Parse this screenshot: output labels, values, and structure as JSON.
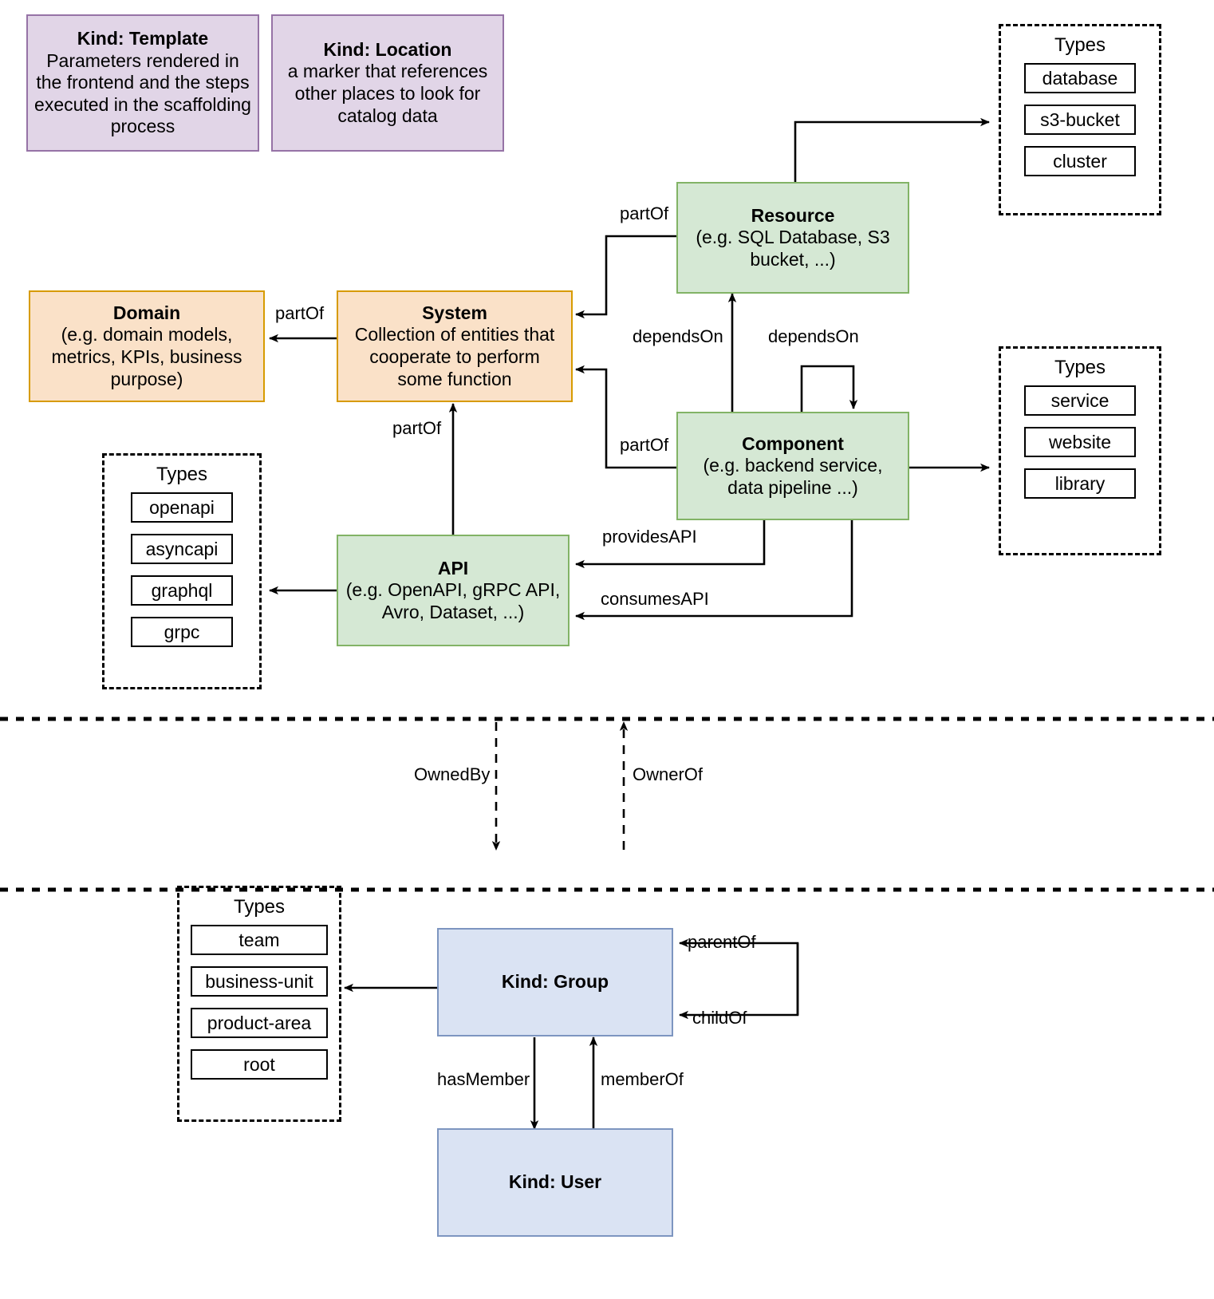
{
  "title": "Backstage catalog entity kinds and relations",
  "palette": {
    "purple_fill": "#e1d5e7",
    "purple_stroke": "#9673a6",
    "green_fill": "#d5e8d4",
    "green_stroke": "#82b366",
    "orange_fill": "#fae1c8",
    "orange_stroke": "#d79b00",
    "blue_fill": "#dae3f3",
    "blue_stroke": "#7d95c0",
    "line": "#000000"
  },
  "nodes": {
    "template": {
      "title": "Kind: Template",
      "desc": "Parameters rendered in the frontend and the steps executed in  the scaffolding process"
    },
    "location": {
      "title": "Kind: Location",
      "desc": "a marker that references other places to look for catalog data"
    },
    "resource": {
      "title": "Resource",
      "desc": "(e.g. SQL Database, S3 bucket, ...)"
    },
    "domain": {
      "title": "Domain",
      "desc": "(e.g.  domain models, metrics, KPIs, business purpose)"
    },
    "system": {
      "title": "System",
      "desc": "Collection of entities that cooperate to perform some function"
    },
    "component": {
      "title": "Component",
      "desc": "(e.g. backend service, data pipeline ...)"
    },
    "api": {
      "title": "API",
      "desc": "(e.g. OpenAPI, gRPC API, Avro, Dataset, ...)"
    },
    "group": {
      "title": "Kind: Group",
      "desc": ""
    },
    "user": {
      "title": "Kind: User",
      "desc": ""
    }
  },
  "types_boxes": {
    "resource_types": {
      "header": "Types",
      "items": [
        "database",
        "s3-bucket",
        "cluster"
      ]
    },
    "component_types": {
      "header": "Types",
      "items": [
        "service",
        "website",
        "library"
      ]
    },
    "api_types": {
      "header": "Types",
      "items": [
        "openapi",
        "asyncapi",
        "graphql",
        "grpc"
      ]
    },
    "group_types": {
      "header": "Types",
      "items": [
        "team",
        "business-unit",
        "product-area",
        "root"
      ]
    }
  },
  "edge_labels": {
    "resource_partof": "partOf",
    "system_partof_domain": "partOf",
    "component_dependson_system_side": "dependsOn",
    "component_dependson_resource": "dependsOn",
    "component_dependson_self": "dependsOn",
    "component_partof": "partOf",
    "api_partof": "partOf",
    "provides_api": "providesAPI",
    "consumes_api": "consumesAPI",
    "owned_by": "OwnedBy",
    "owner_of": "OwnerOf",
    "parent_of": "parentOf",
    "child_of": "childOf",
    "has_member": "hasMember",
    "member_of": "memberOf"
  }
}
